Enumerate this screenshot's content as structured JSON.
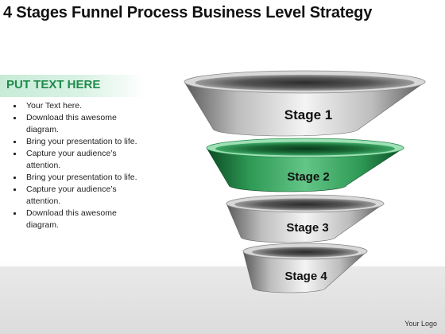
{
  "title": "4 Stages Funnel Process Business Level Strategy",
  "sidebar": {
    "header": "PUT TEXT HERE",
    "bullets": [
      "Your Text here.",
      "Download this awesome diagram.",
      "Bring your presentation to life.",
      "Capture your audience’s attention.",
      "Bring your presentation to life.",
      "Capture your audience’s attention.",
      "Download this awesome diagram."
    ]
  },
  "funnel": {
    "stages": [
      {
        "label": "Stage 1",
        "color": "gray"
      },
      {
        "label": "Stage 2",
        "color": "green"
      },
      {
        "label": "Stage 3",
        "color": "gray"
      },
      {
        "label": "Stage 4",
        "color": "gray"
      }
    ]
  },
  "colors": {
    "accent_green": "#1f8a4a",
    "header_band": "#c7ebd7"
  },
  "footer": {
    "logo_text": "Your Logo"
  }
}
